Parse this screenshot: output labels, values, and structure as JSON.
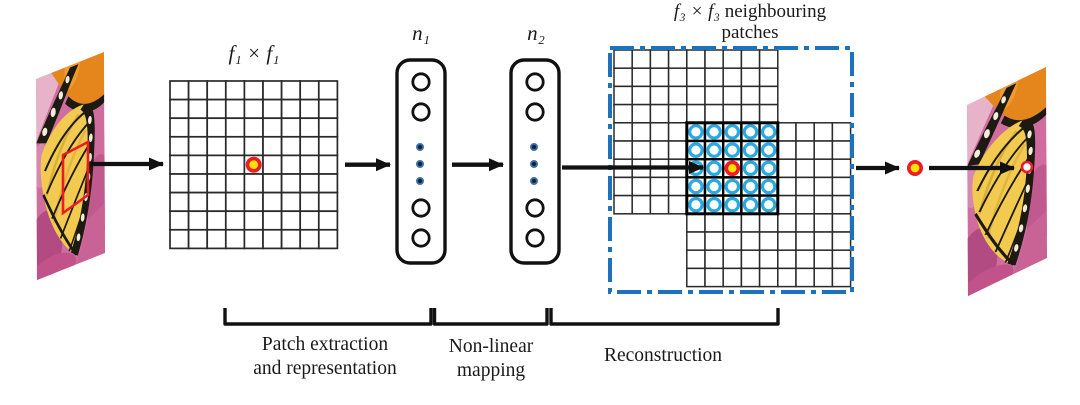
{
  "labels": {
    "input_patch_size": "f₁ × f₁",
    "n1": "n₁",
    "n2": "n₂",
    "f3_math": "f₃ × f₃",
    "f3_suffix": "neighbouring",
    "f3_line2": "patches"
  },
  "stages": [
    {
      "lines": [
        "Patch extraction",
        "and representation"
      ]
    },
    {
      "lines": [
        "Non-linear",
        "mapping"
      ]
    },
    {
      "lines": [
        "Reconstruction"
      ]
    }
  ],
  "diagram": {
    "input_grid": {
      "rows": 9,
      "cols": 9,
      "marked_row": 5,
      "marked_col": 5
    },
    "feature_columns": [
      {
        "label": "n₁",
        "top_circles": 2,
        "middle_dots": 3,
        "bottom_circles": 2
      },
      {
        "label": "n₂",
        "top_circles": 2,
        "middle_dots": 3,
        "bottom_circles": 2
      }
    ],
    "hr_grid_upper_left": {
      "rows": 9,
      "cols": 9
    },
    "hr_grid_lower_right": {
      "rows": 9,
      "cols": 9
    },
    "patch_block": {
      "rows": 5,
      "cols": 5,
      "marked_row": 3,
      "marked_col": 3
    }
  },
  "colors": {
    "arrow": "#111111",
    "grid_line": "#2a2a2a",
    "dashed_box": "#1d72bd",
    "patch_circle": "#2aa9e0",
    "marker_red": "#ec1c24",
    "marker_yellow": "#ffe100",
    "neuron_outline": "#111111",
    "neuron_dot_fill": "#16233f",
    "neuron_dot_ring": "#4071a8",
    "text": "#1a1a1a",
    "butterfly_background_pink": "#cf6e9e",
    "butterfly_wing_yellow": "#f2ca50",
    "butterfly_wing_orange": "#e5861d",
    "butterfly_black": "#1d1a12",
    "butterfly_spot_cream": "#f2ecd8"
  }
}
